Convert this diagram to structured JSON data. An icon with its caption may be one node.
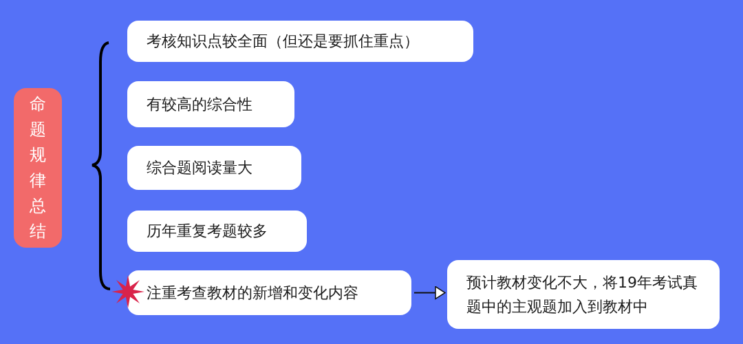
{
  "diagram": {
    "nodes": [
      {
        "text": [
          "命题规律总结"
        ]
      },
      {
        "text": [
          "考核知识点较全面（但还是要抓住重点）"
        ]
      },
      {
        "text": [
          "有较高的综合性"
        ]
      },
      {
        "text": [
          "综合题阅读量大"
        ]
      },
      {
        "text": [
          "历年重复考题较多"
        ]
      },
      {
        "text": [
          "注重考查教材的新增和变化内容"
        ]
      },
      {
        "text": [
          "预计教材变化不大，将19年考试真题中的主观题加入到教材中"
        ]
      }
    ],
    "edges": [
      {
        "from": 5,
        "to": 6,
        "arrow": "to"
      }
    ]
  }
}
